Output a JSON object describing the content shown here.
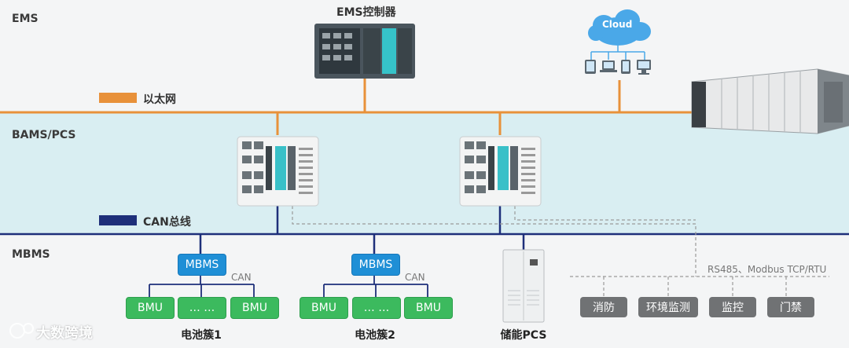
{
  "sections": {
    "ems": "EMS",
    "bams_pcs": "BAMS/PCS",
    "mbms": "MBMS"
  },
  "legend": {
    "ethernet": "以太网",
    "can_bus": "CAN总线"
  },
  "devices": {
    "ems_controller": "EMS控制器",
    "cloud": "Cloud",
    "storage_pcs": "储能PCS"
  },
  "groups": [
    {
      "mbms": "MBMS",
      "can": "CAN",
      "bmu_left": "BMU",
      "bmu_mid": "… …",
      "bmu_right": "BMU",
      "caption": "电池簇1"
    },
    {
      "mbms": "MBMS",
      "can": "CAN",
      "bmu_left": "BMU",
      "bmu_mid": "… …",
      "bmu_right": "BMU",
      "caption": "电池簇2"
    }
  ],
  "protocol": "RS485、Modbus TCP/RTU",
  "functions": [
    "消防",
    "环境监测",
    "监控",
    "门禁"
  ],
  "watermark": "大数跨境",
  "colors": {
    "ethernet": "#e8913a",
    "can": "#1e2f7a",
    "mbms": "#1f8fd6",
    "bmu": "#3cba5e",
    "band": "#d9eef2"
  }
}
